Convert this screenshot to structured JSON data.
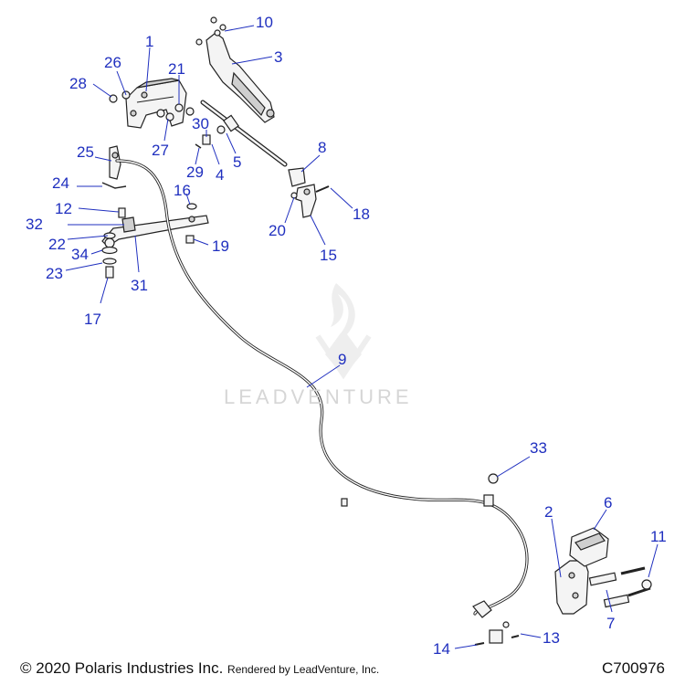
{
  "diagram": {
    "callouts": [
      {
        "id": "1",
        "label": "1"
      },
      {
        "id": "2",
        "label": "2"
      },
      {
        "id": "3",
        "label": "3"
      },
      {
        "id": "4",
        "label": "4"
      },
      {
        "id": "5",
        "label": "5"
      },
      {
        "id": "6",
        "label": "6"
      },
      {
        "id": "7",
        "label": "7"
      },
      {
        "id": "8",
        "label": "8"
      },
      {
        "id": "9",
        "label": "9"
      },
      {
        "id": "10",
        "label": "10"
      },
      {
        "id": "11",
        "label": "11"
      },
      {
        "id": "12",
        "label": "12"
      },
      {
        "id": "13",
        "label": "13"
      },
      {
        "id": "14",
        "label": "14"
      },
      {
        "id": "15",
        "label": "15"
      },
      {
        "id": "16",
        "label": "16"
      },
      {
        "id": "17",
        "label": "17"
      },
      {
        "id": "18",
        "label": "18"
      },
      {
        "id": "19",
        "label": "19"
      },
      {
        "id": "20",
        "label": "20"
      },
      {
        "id": "21",
        "label": "21"
      },
      {
        "id": "22",
        "label": "22"
      },
      {
        "id": "23",
        "label": "23"
      },
      {
        "id": "24",
        "label": "24"
      },
      {
        "id": "25",
        "label": "25"
      },
      {
        "id": "26",
        "label": "26"
      },
      {
        "id": "27",
        "label": "27"
      },
      {
        "id": "28",
        "label": "28"
      },
      {
        "id": "29",
        "label": "29"
      },
      {
        "id": "30",
        "label": "30"
      },
      {
        "id": "31",
        "label": "31"
      },
      {
        "id": "32",
        "label": "32"
      },
      {
        "id": "33",
        "label": "33"
      },
      {
        "id": "34",
        "label": "34"
      }
    ]
  },
  "footer": {
    "copyright": "© 2020 Polaris Industries Inc.",
    "rendered_by": "Rendered by LeadVenture, Inc.",
    "diagram_code": "C700976"
  },
  "watermark": {
    "text": "LEADVENTURE"
  },
  "colors": {
    "callout": "#1f2fbf",
    "line_art": "#222222",
    "watermark": "#d6d6d6"
  }
}
